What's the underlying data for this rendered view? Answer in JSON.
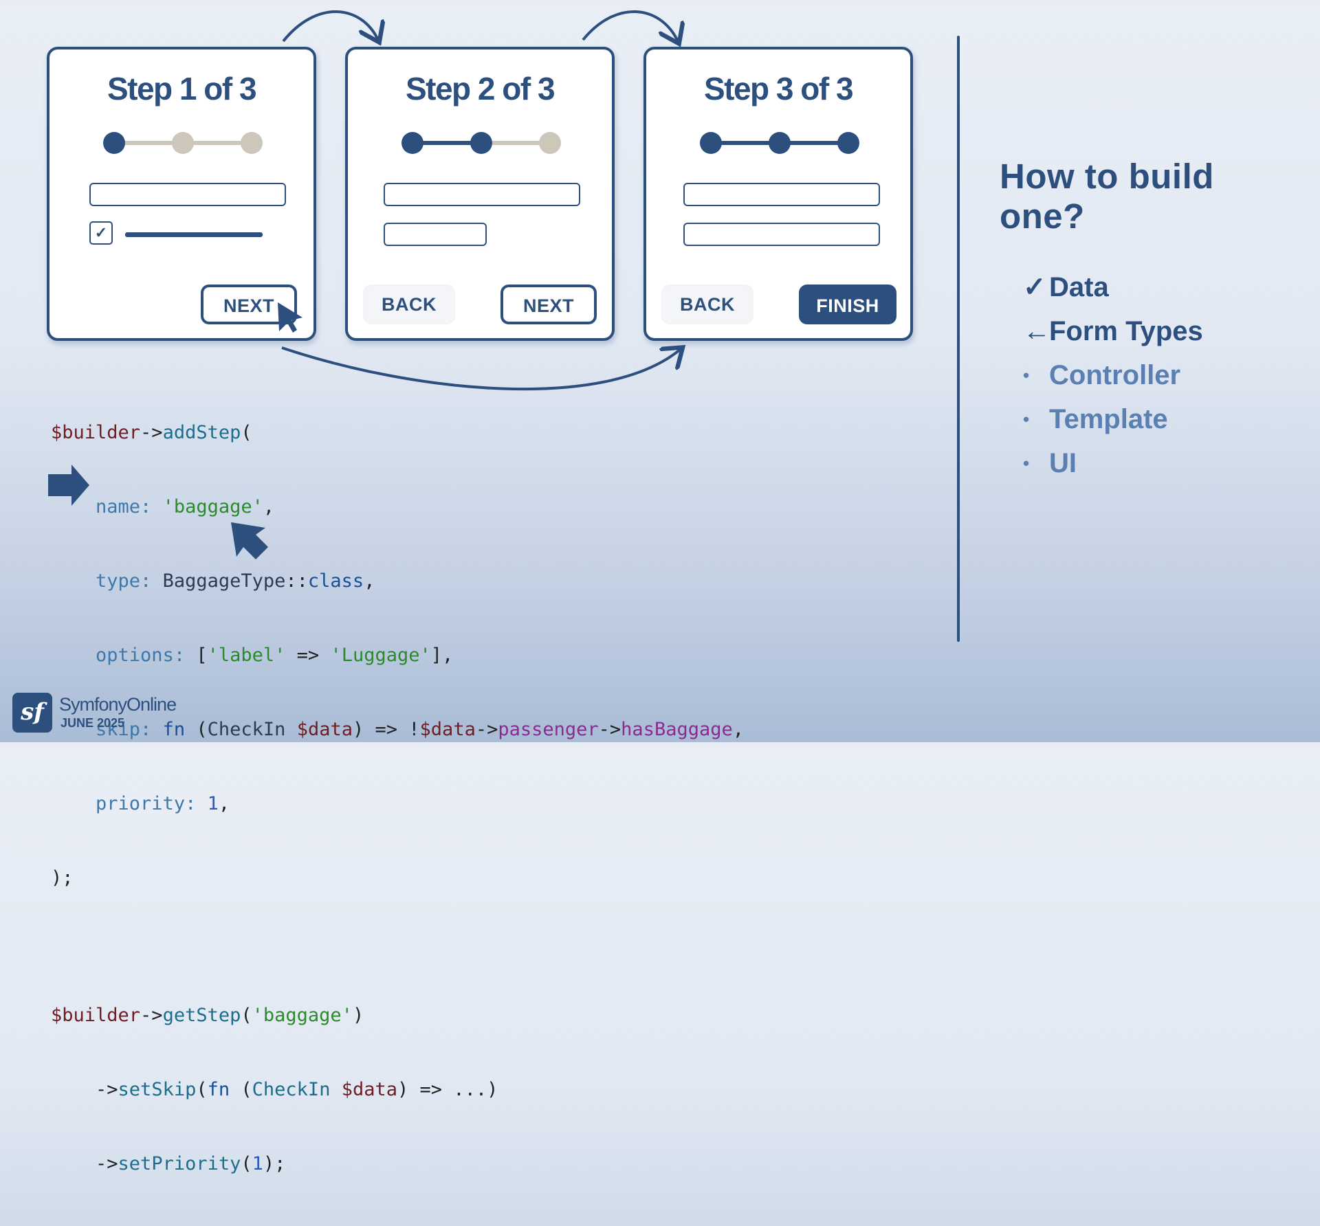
{
  "colors": {
    "accent": "#2d4f7e",
    "inactive_dot": "#cdc6bb",
    "agenda_todo": "#5b7fb0"
  },
  "cards": [
    {
      "title": "Step 1 of 3",
      "next_label": "NEXT"
    },
    {
      "title": "Step 2 of 3",
      "back_label": "BACK",
      "next_label": "NEXT"
    },
    {
      "title": "Step 3 of 3",
      "back_label": "BACK",
      "finish_label": "FINISH"
    }
  ],
  "code": {
    "l1": {
      "var": "$builder",
      "arrow": "->",
      "method": "addStep",
      "open": "("
    },
    "l2": {
      "indent": "    ",
      "key": "name:",
      "value": "'baggage'",
      "end": ","
    },
    "l3": {
      "indent": "    ",
      "key": "type:",
      "cls": "BaggageType",
      "sep": "::",
      "kw": "class",
      "end": ","
    },
    "l4": {
      "indent": "    ",
      "key": "options:",
      "open": "[",
      "k": "'label'",
      "arrow": "=>",
      "v": "'Luggage'",
      "end": "],"
    },
    "l5": {
      "indent": "    ",
      "key": "skip:",
      "fn": "fn",
      "open": "(",
      "cls": "CheckIn",
      "var": "$data",
      "close": ")",
      "arrow": "=>",
      "bang": "!",
      "var2": "$data",
      "a1": "->",
      "prop": "passenger",
      "a2": "->",
      "prop2": "hasBaggage",
      "end": ","
    },
    "l6": {
      "indent": "    ",
      "key": "priority:",
      "num": "1",
      "end": ","
    },
    "l7": {
      "text": ");"
    },
    "l8": {
      "var": "$builder",
      "arrow": "->",
      "method": "getStep",
      "open": "(",
      "arg": "'baggage'",
      "close": ")"
    },
    "l9": {
      "indent": "    ",
      "arrow": "->",
      "method": "setSkip",
      "open": "(",
      "fn": "fn",
      "open2": "(",
      "cls": "CheckIn",
      "var": "$data",
      "close": ")",
      "arrow2": "=>",
      "rest": "...",
      "close2": ")"
    },
    "l10": {
      "indent": "    ",
      "arrow": "->",
      "method": "setPriority",
      "open": "(",
      "num": "1",
      "end": ");"
    }
  },
  "side": {
    "heading": "How to build one?",
    "agenda": [
      {
        "marker": "✓",
        "label": "Data",
        "state": "done"
      },
      {
        "marker": "←",
        "label": "Form Types",
        "state": "current"
      },
      {
        "marker": "•",
        "label": "Controller",
        "state": "todo"
      },
      {
        "marker": "•",
        "label": "Template",
        "state": "todo"
      },
      {
        "marker": "•",
        "label": "UI",
        "state": "todo"
      }
    ]
  },
  "footer": {
    "logo_glyph": "sf",
    "brand": "SymfonyOnline",
    "date": "JUNE 2025"
  }
}
